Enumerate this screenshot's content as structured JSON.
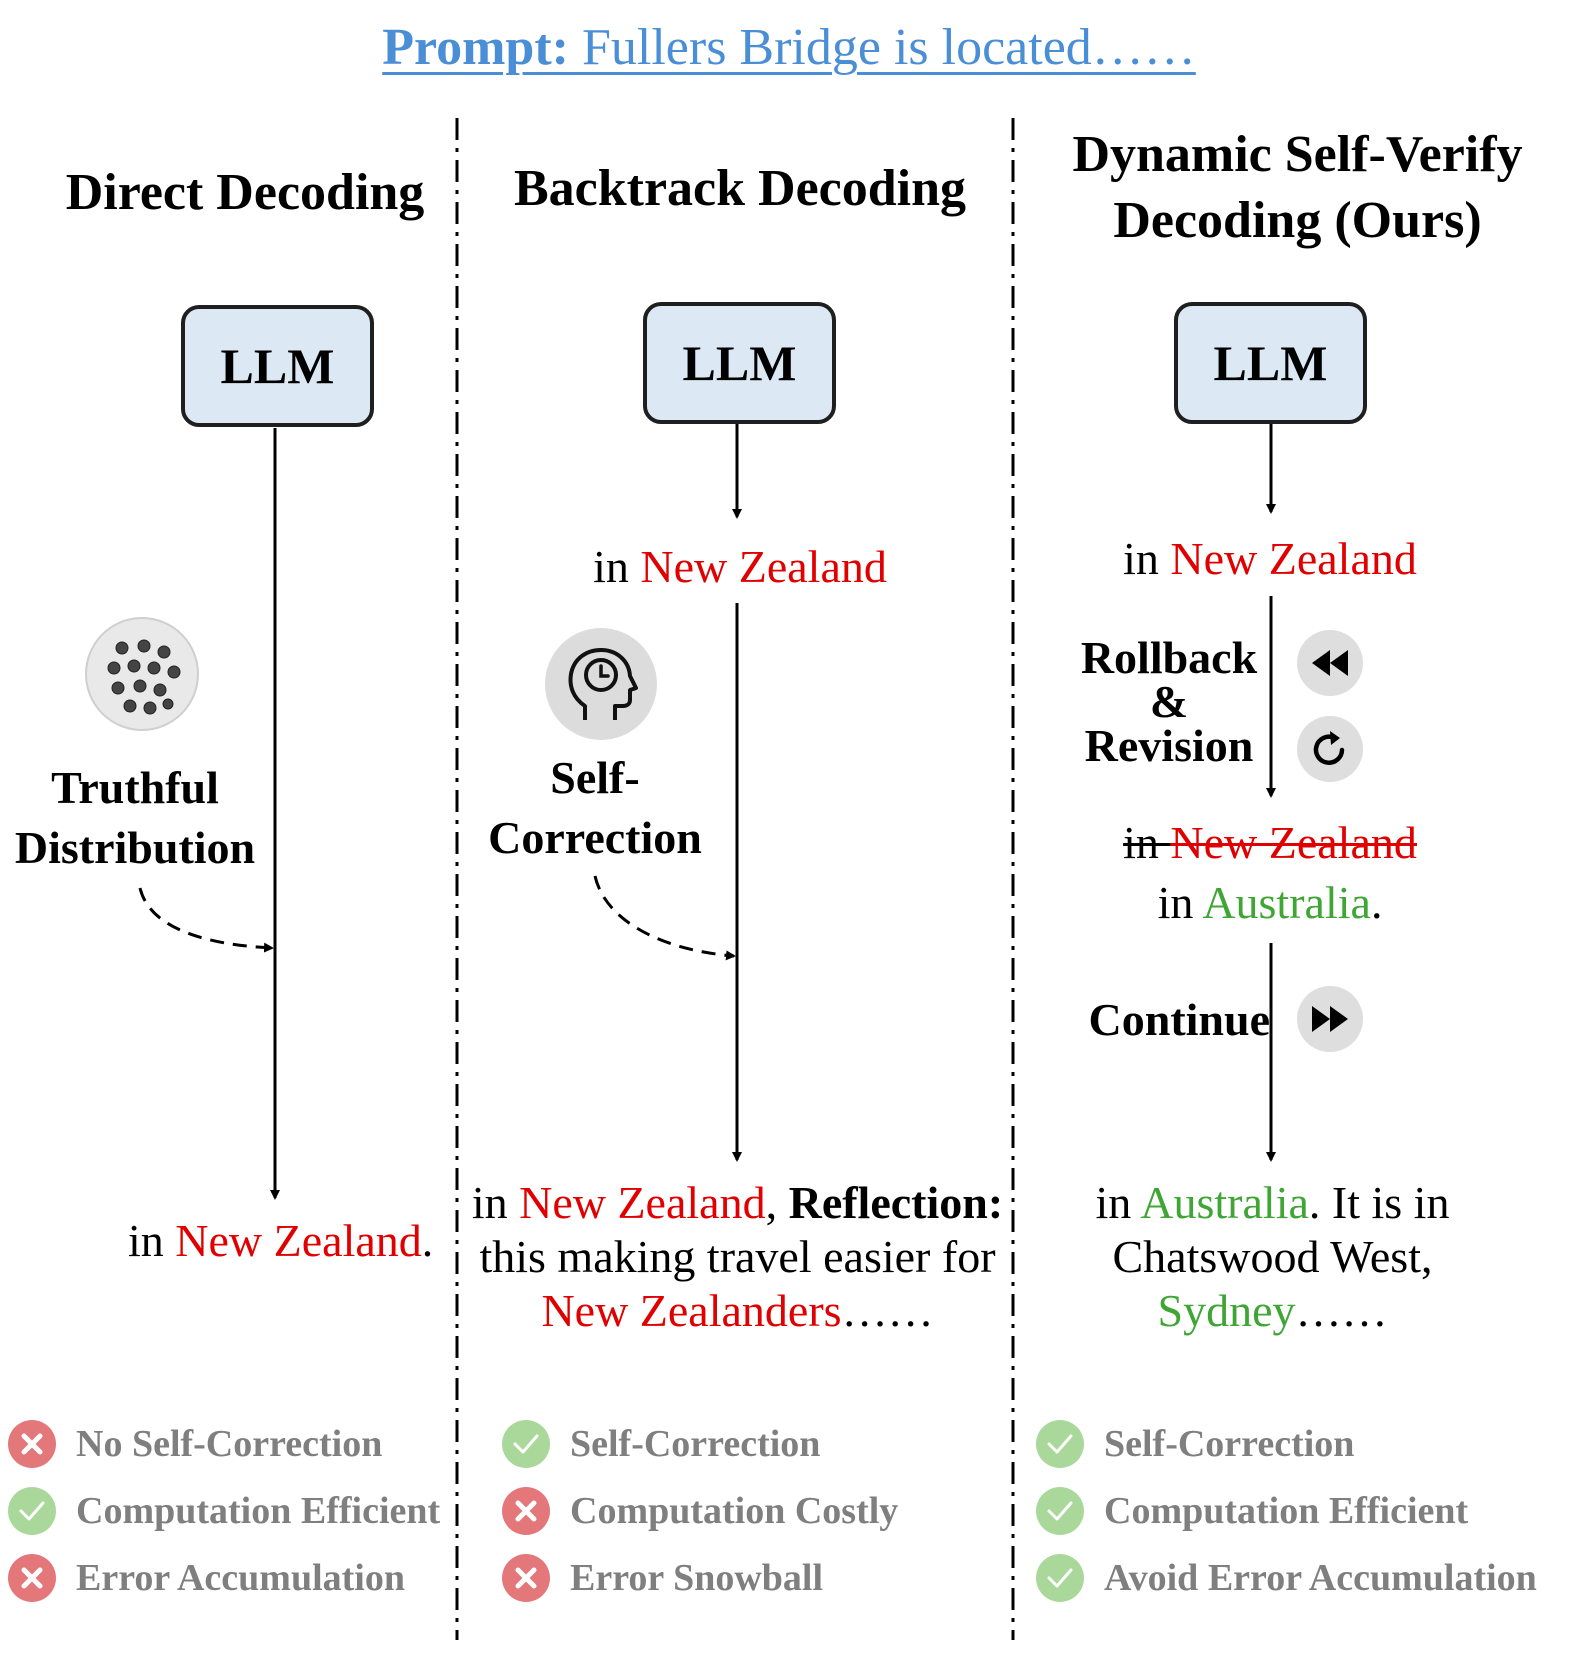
{
  "prompt": {
    "label": "Prompt:",
    "text": "Fullers Bridge is located……"
  },
  "columns": [
    {
      "title": "Direct Decoding",
      "llm": "LLM",
      "side_label": [
        "Truthful",
        "Distribution"
      ],
      "output": {
        "pre": "in ",
        "red": "New Zealand",
        "post": "."
      },
      "features": [
        {
          "status": "bad",
          "label": "No Self-Correction"
        },
        {
          "status": "good",
          "label": "Computation Efficient"
        },
        {
          "status": "bad",
          "label": "Error Accumulation"
        }
      ]
    },
    {
      "title": "Backtrack Decoding",
      "llm": "LLM",
      "step1": {
        "pre": "in ",
        "red": "New Zealand"
      },
      "side_label": [
        "Self-",
        "Correction"
      ],
      "output": {
        "pre": "in ",
        "red1": "New Zealand",
        "comma": ", ",
        "bold": "Reflection:",
        "line2": "this making travel easier for",
        "red2": "New Zealanders",
        "post": "……"
      },
      "features": [
        {
          "status": "good",
          "label": "Self-Correction"
        },
        {
          "status": "bad",
          "label": "Computation Costly"
        },
        {
          "status": "bad",
          "label": "Error Snowball"
        }
      ]
    },
    {
      "title": [
        "Dynamic Self-Verify",
        "Decoding (Ours)"
      ],
      "llm": "LLM",
      "step1": {
        "pre": "in ",
        "red": "New Zealand"
      },
      "rollback": [
        "Rollback",
        "&",
        "Revision"
      ],
      "struck": {
        "pre": "in ",
        "red": "New Zealand"
      },
      "revised": {
        "pre": "in ",
        "green": "Australia",
        "post": "."
      },
      "continue": "Continue",
      "output": {
        "pre": "in ",
        "green1": "Australia",
        "mid": ". It is in",
        "line2": "Chatswood West,",
        "green2": "Sydney",
        "post": "……"
      },
      "features": [
        {
          "status": "good",
          "label": "Self-Correction"
        },
        {
          "status": "good",
          "label": "Computation Efficient"
        },
        {
          "status": "good",
          "label": "Avoid Error Accumulation"
        }
      ]
    }
  ],
  "colors": {
    "prompt": "#4a8ed6",
    "llm_fill": "#dce9f5",
    "error": "#e00000",
    "correct": "#3fa535",
    "bad_icon": "#e3777a",
    "good_icon": "#a9d89a"
  },
  "icons": {
    "distribution": "dotted-sphere-icon",
    "self_correction": "head-clock-icon",
    "rollback": "rewind-icon",
    "revision": "redo-icon",
    "continue": "fast-forward-icon"
  }
}
